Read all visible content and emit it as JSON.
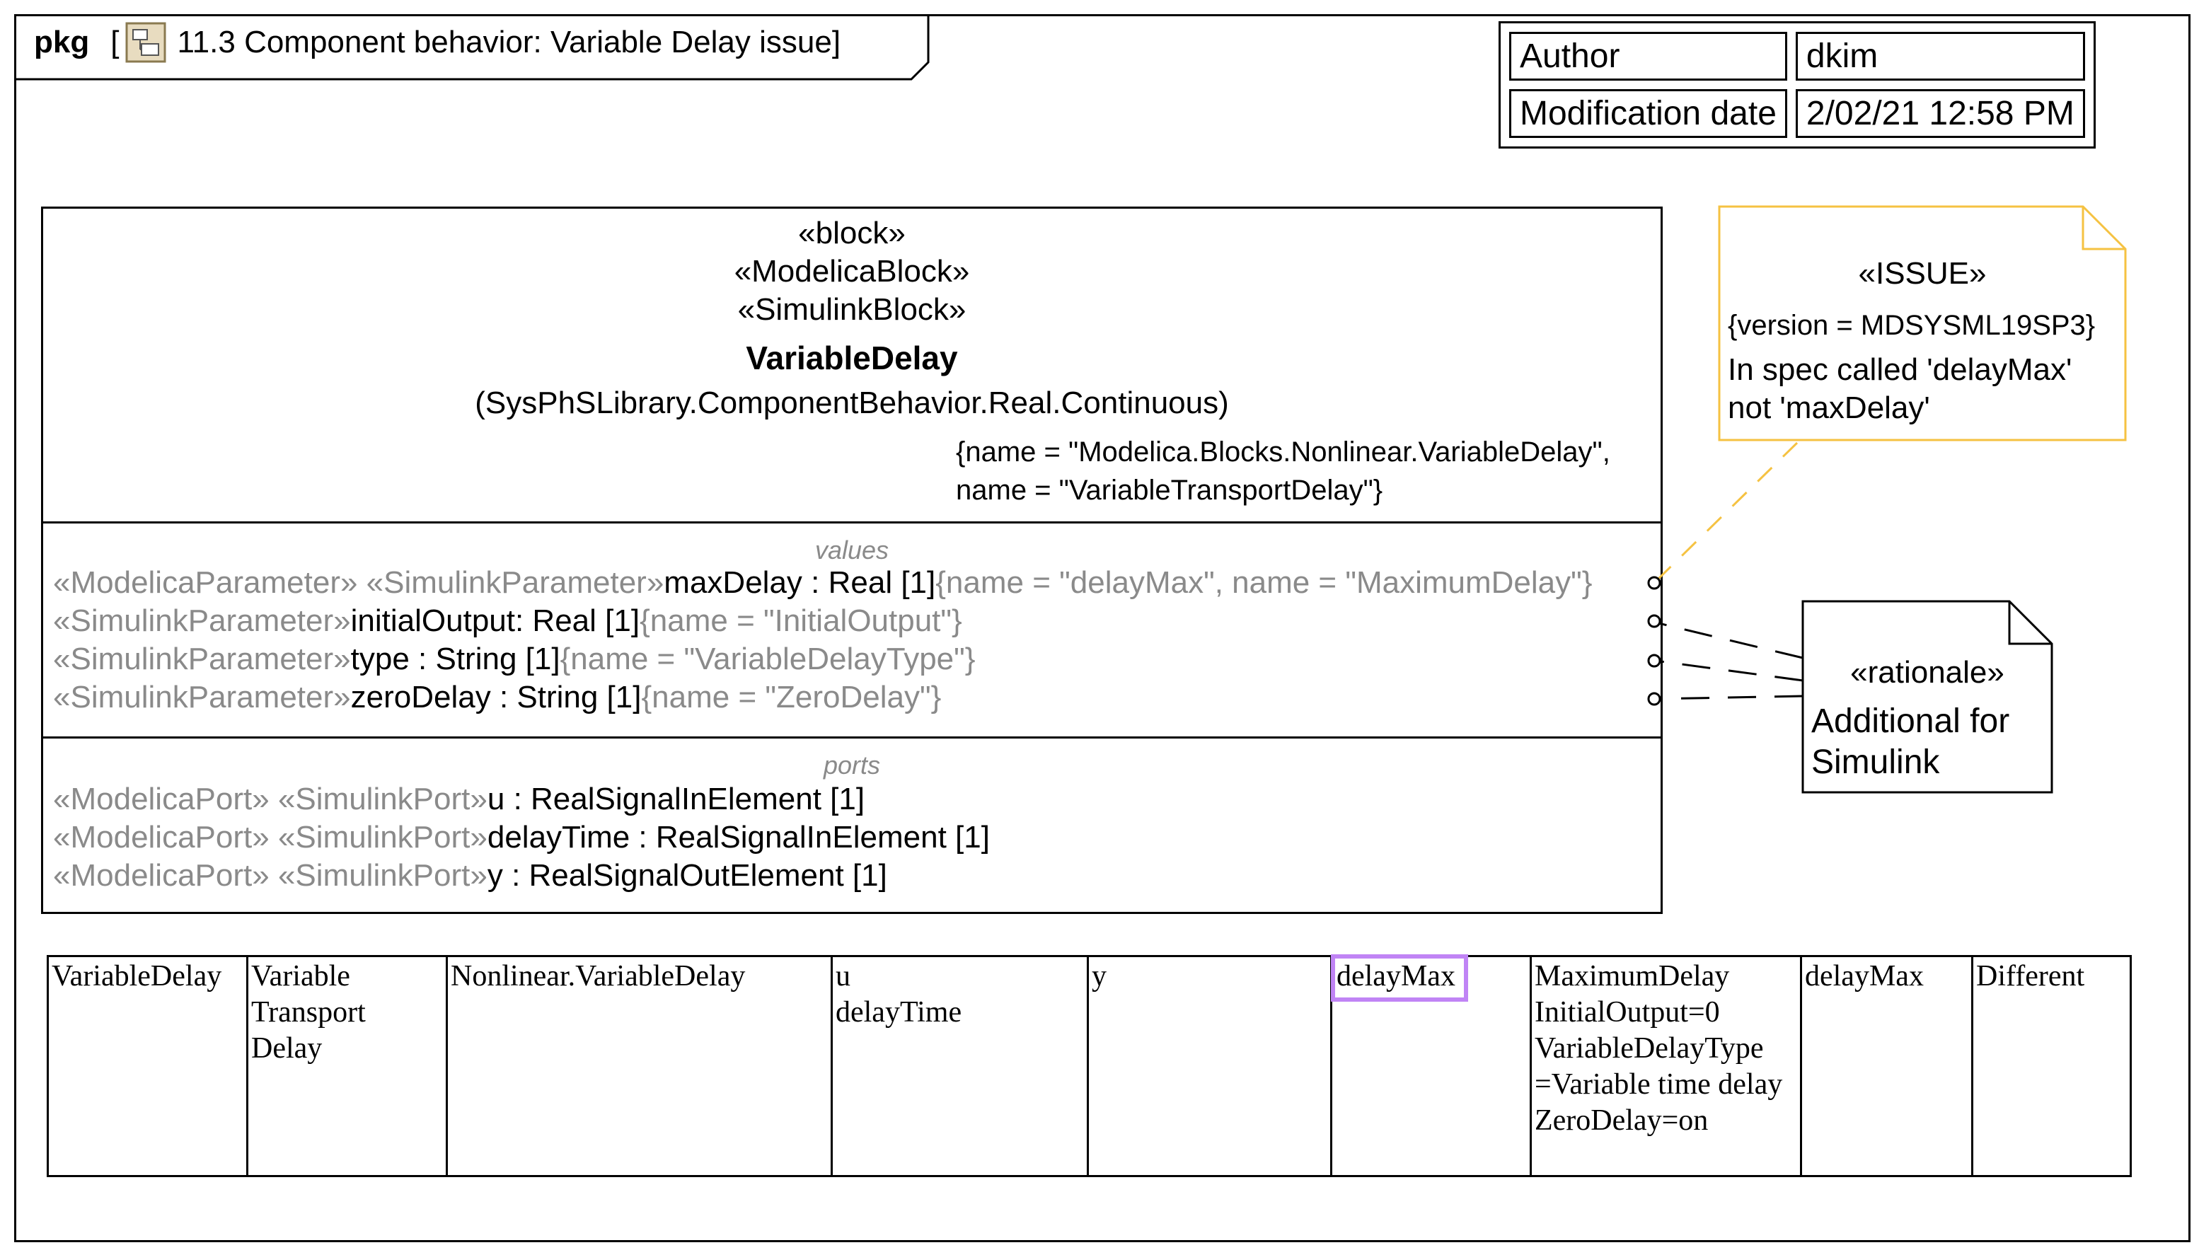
{
  "diagram": {
    "frame_keyword": "pkg",
    "title": "11.3 Component behavior: Variable Delay issue]",
    "title_open_bracket": "[",
    "icon": "package-diagram-icon"
  },
  "metadata": {
    "author_label": "Author",
    "author_value": "dkim",
    "date_label": "Modification date",
    "date_value": "2/02/21 12:58 PM"
  },
  "block": {
    "stereotype_1": "«block»",
    "stereotype_2": "«ModelicaBlock»",
    "stereotype_3": "«SimulinkBlock»",
    "name": "VariableDelay",
    "owner": "(SysPhSLibrary.ComponentBehavior.Real.Continuous)",
    "tags_line_1": "{name = \"Modelica.Blocks.Nonlinear.VariableDelay\",",
    "tags_line_2": "name = \"VariableTransportDelay\"}",
    "values_title": "values",
    "values": [
      {
        "stereo": "«ModelicaParameter» «SimulinkParameter»",
        "name": "maxDelay",
        "type": " : Real [1]",
        "tags": "{name = \"delayMax\", name = \"MaximumDelay\"}"
      },
      {
        "stereo": "«SimulinkParameter»",
        "name": "initialOutput",
        "type": ": Real [1]",
        "tags": "{name = \"InitialOutput\"}"
      },
      {
        "stereo": "«SimulinkParameter»",
        "name": "type",
        "type": " : String [1]",
        "tags": "{name = \"VariableDelayType\"}"
      },
      {
        "stereo": "«SimulinkParameter»",
        "name": "zeroDelay",
        "type": " : String [1]",
        "tags": "{name = \"ZeroDelay\"}"
      }
    ],
    "ports_title": "ports",
    "ports": [
      {
        "stereo": "«ModelicaPort» «SimulinkPort»",
        "name": "u",
        "type": " : RealSignalInElement [1]"
      },
      {
        "stereo": "«ModelicaPort» «SimulinkPort»",
        "name": "delayTime",
        "type": " : RealSignalInElement [1]"
      },
      {
        "stereo": "«ModelicaPort» «SimulinkPort»",
        "name": "y",
        "type": " : RealSignalOutElement [1]"
      }
    ]
  },
  "issue_note": {
    "stereotype": "«ISSUE»",
    "tag": "{version = MDSYSML19SP3}",
    "text_1": "In spec called 'delayMax'",
    "text_2": "not 'maxDelay'",
    "color": "#f5c242"
  },
  "rationale_note": {
    "stereotype": "«rationale»",
    "text_1": "Additional for",
    "text_2": "Simulink"
  },
  "table": {
    "cells": [
      {
        "lines": [
          "VariableDelay"
        ]
      },
      {
        "lines": [
          "Variable",
          "Transport",
          "Delay"
        ]
      },
      {
        "lines": [
          "Nonlinear.VariableDelay"
        ]
      },
      {
        "lines": [
          "u",
          "delayTime"
        ]
      },
      {
        "lines": [
          "y"
        ]
      },
      {
        "lines": [
          "delayMax"
        ],
        "highlight": true
      },
      {
        "lines": [
          "MaximumDelay",
          "InitialOutput=0",
          "VariableDelayType",
          "=Variable time delay",
          "ZeroDelay=on"
        ]
      },
      {
        "lines": [
          "delayMax"
        ]
      },
      {
        "lines": [
          "Different"
        ]
      }
    ],
    "highlight_color": "#c084f5"
  }
}
